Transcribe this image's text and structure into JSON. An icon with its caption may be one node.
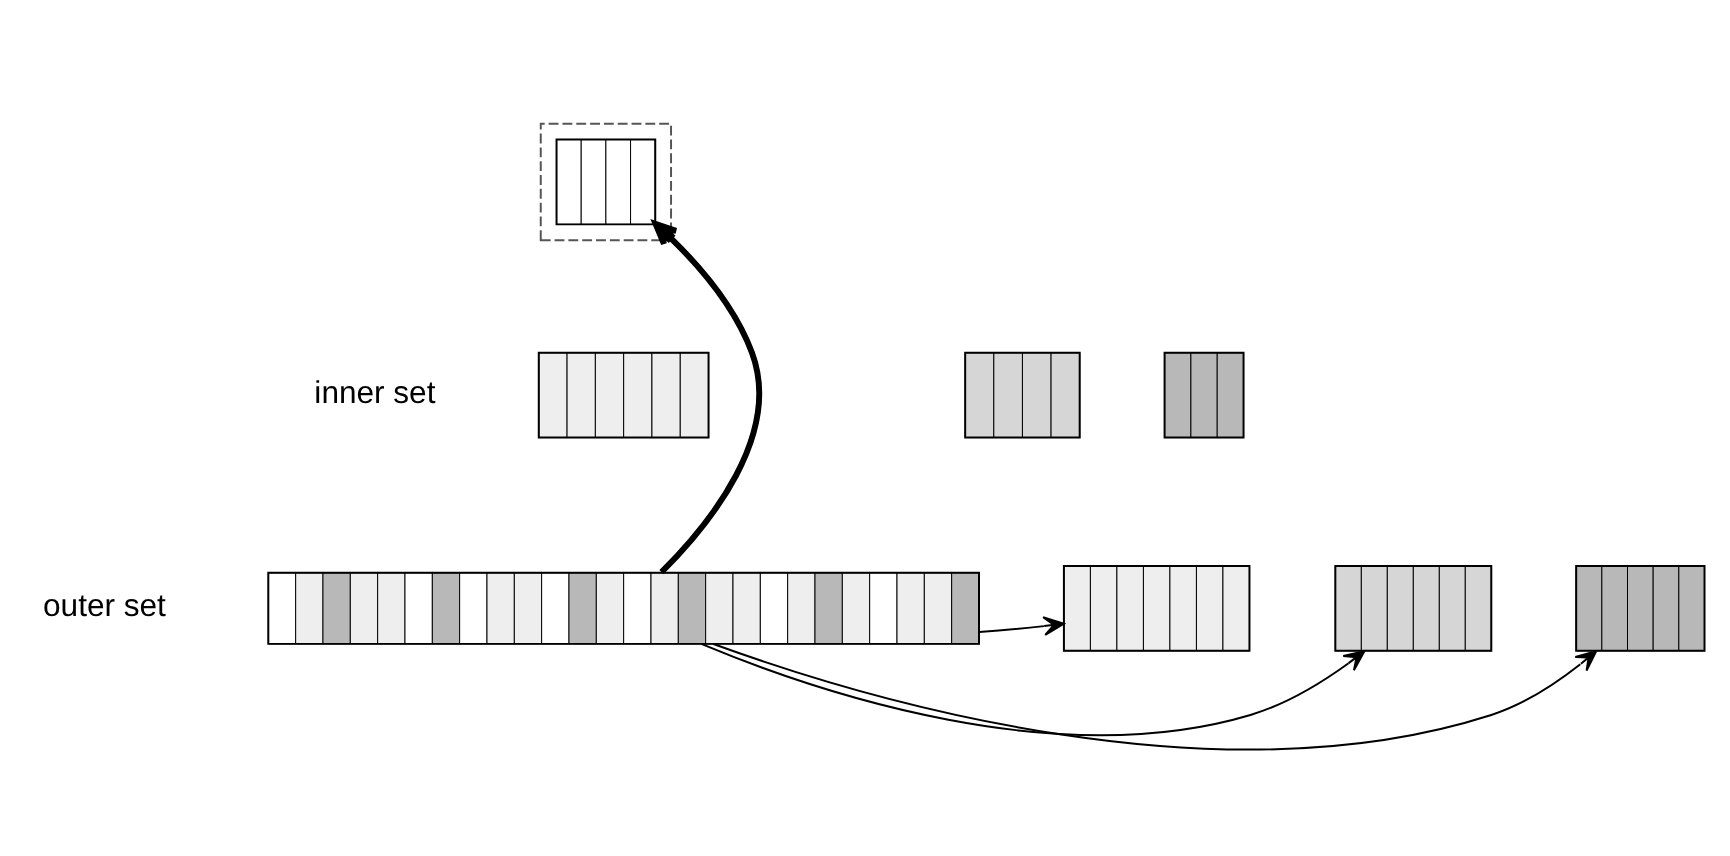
{
  "diagram": {
    "nodes": [
      {
        "text": [],
        "shape": "box"
      },
      {
        "text": [],
        "shape": "box",
        "in": 0
      },
      {
        "text": [],
        "shape": "bar"
      },
      {
        "text": [],
        "shape": "box"
      },
      {
        "text": [],
        "shape": "box"
      },
      {
        "text": [],
        "shape": "box"
      },
      {
        "text": [],
        "shape": "box"
      },
      {
        "text": [],
        "shape": "box"
      },
      {
        "text": [],
        "shape": "box"
      }
    ],
    "edges": [
      {
        "from": 2,
        "to": 1,
        "arrow": "to",
        "style": "thick"
      },
      {
        "from": 2,
        "to": 6,
        "arrow": "to"
      },
      {
        "from": 2,
        "to": 7,
        "arrow": "to"
      },
      {
        "from": 2,
        "to": 8,
        "arrow": "to"
      }
    ],
    "labels": [
      "inner set",
      "outer set"
    ]
  }
}
